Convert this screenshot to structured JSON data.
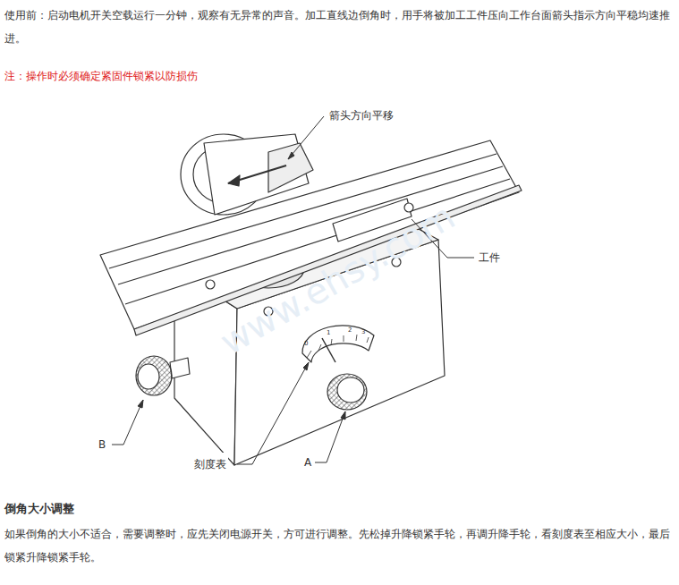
{
  "diagram": {
    "labels": [
      "使用前：启动电机开关空载运行一分钟，观察有无异常的声音。加工直线边倒角时，用手将被加工工件压向工作台面箭头指示方向平稳均速推进。",
      "注：操作时必须确定紧固件锁紧以防损伤",
      "箭头方向平移",
      "工件",
      "B",
      "刻度表",
      "A",
      "倒角大小调整",
      "如果倒角的大小不适合，需要调整时，应先关闭电源开关，方可进行调整。先松掉升降锁紧手轮，再调升降手轮，看刻度表至相应大小，最后锁紧升降锁紧手轮。",
      "0",
      "1",
      "2",
      "3",
      "www.ehsy.com"
    ]
  }
}
